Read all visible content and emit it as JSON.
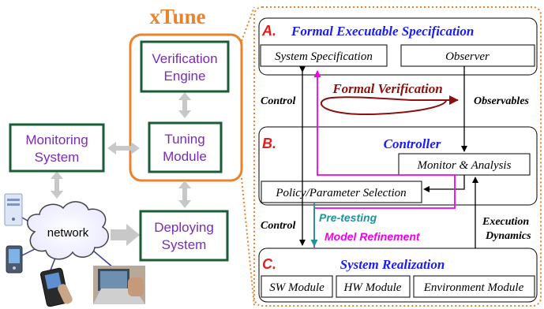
{
  "title": "xTune",
  "left_boxes": {
    "verification_engine": [
      "Verification",
      "Engine"
    ],
    "tuning_module": [
      "Tuning",
      "Module"
    ],
    "monitoring_system": [
      "Monitoring",
      "System"
    ],
    "deploying_system": [
      "Deploying",
      "System"
    ],
    "network": "network"
  },
  "section_a": {
    "letter": "A.",
    "title": "Formal Executable Specification",
    "system_specification": "System Specification",
    "observer": "Observer",
    "formal_verification": "Formal Verification"
  },
  "section_b": {
    "letter": "B.",
    "title": "Controller",
    "monitor_analysis": "Monitor & Analysis",
    "policy_selection": "Policy/Parameter Selection"
  },
  "section_c": {
    "letter": "C.",
    "title": "System Realization",
    "sw_module": "SW Module",
    "hw_module": "HW Module",
    "environment_module": "Environment Module"
  },
  "labels": {
    "control_top": "Control",
    "observables": "Observables",
    "control_bottom": "Control",
    "pre_testing": "Pre-testing",
    "model_refinement": "Model Refinement",
    "execution": "Execution",
    "dynamics": "Dynamics"
  },
  "colors": {
    "orange": "#e8842c",
    "dark_green": "#1a5c35",
    "purple": "#7a2bb8",
    "red": "#e01e1e",
    "blue": "#1a1aff",
    "maroon": "#8b1010",
    "teal": "#1f9494",
    "magenta": "#ee00ee",
    "gray_arrow": "#c0c0c0"
  }
}
